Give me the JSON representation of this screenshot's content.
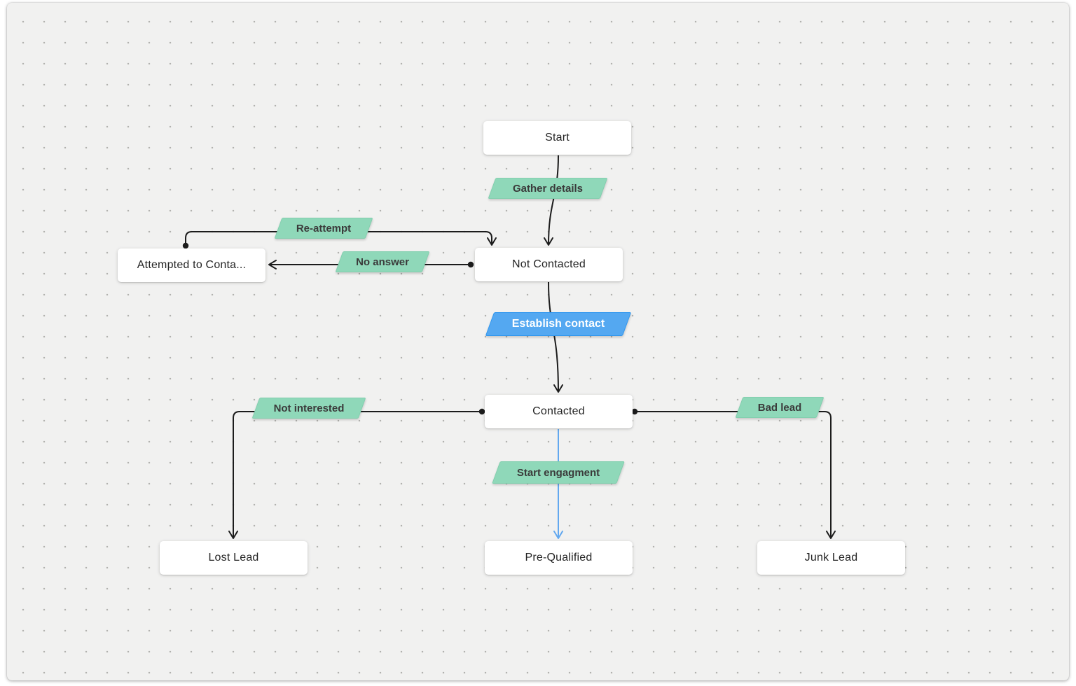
{
  "diagram": {
    "nodes": {
      "start": {
        "label": "Start"
      },
      "not_contacted": {
        "label": "Not Contacted"
      },
      "attempted": {
        "label": "Attempted to Conta..."
      },
      "contacted": {
        "label": "Contacted"
      },
      "lost_lead": {
        "label": "Lost Lead"
      },
      "pre_qualified": {
        "label": "Pre-Qualified"
      },
      "junk_lead": {
        "label": "Junk Lead"
      }
    },
    "edge_labels": {
      "gather_details": {
        "text": "Gather details",
        "color": "#8fd8b9"
      },
      "re_attempt": {
        "text": "Re-attempt",
        "color": "#8fd8b9"
      },
      "no_answer": {
        "text": "No answer",
        "color": "#8fd8b9"
      },
      "establish_contact": {
        "text": "Establish contact",
        "color": "#54a8f1"
      },
      "not_interested": {
        "text": "Not interested",
        "color": "#8fd8b9"
      },
      "bad_lead": {
        "text": "Bad lead",
        "color": "#8fd8b9"
      },
      "start_engagment": {
        "text": "Start engagment",
        "color": "#8fd8b9"
      }
    },
    "colors": {
      "edge_default": "#1c1c1c",
      "edge_highlight": "#62a8ef",
      "label_green": "#8fd8b9",
      "label_blue": "#54a8f1",
      "canvas_background": "#f1f1f0",
      "node_background": "#ffffff"
    }
  }
}
